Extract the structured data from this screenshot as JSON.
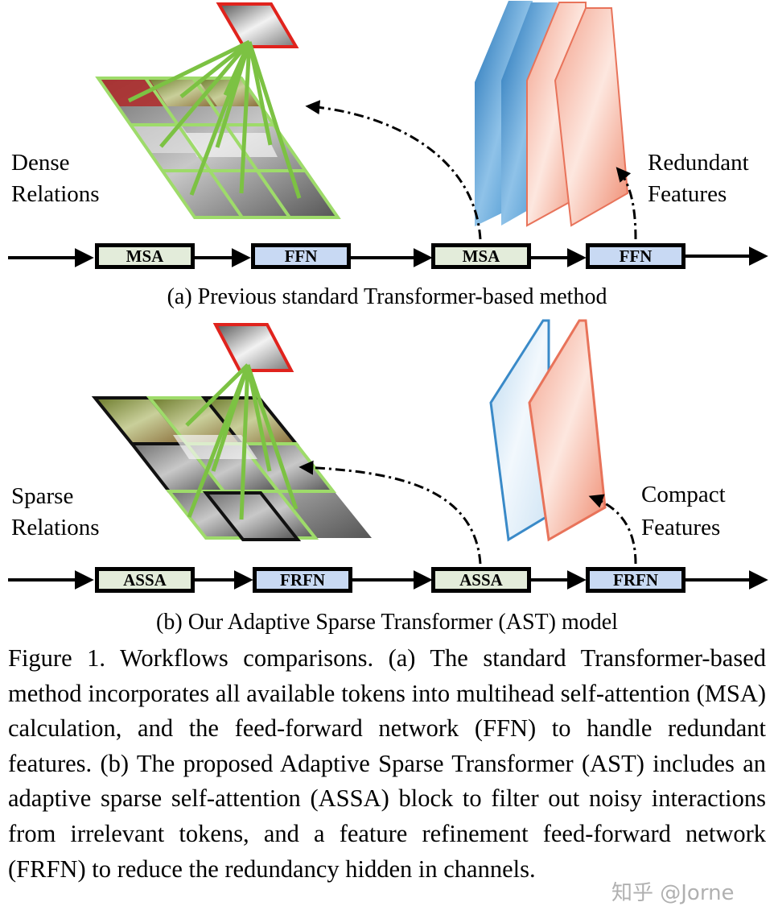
{
  "panel_a": {
    "left_label_1": "Dense",
    "left_label_2": "Relations",
    "right_label_1": "Redundant",
    "right_label_2": "Features",
    "blocks": [
      "MSA",
      "FFN",
      "MSA",
      "FFN"
    ],
    "subcaption": "(a) Previous standard Transformer-based method"
  },
  "panel_b": {
    "left_label_1": "Sparse",
    "left_label_2": "Relations",
    "right_label_1": "Compact",
    "right_label_2": "Features",
    "blocks": [
      "ASSA",
      "FRFN",
      "ASSA",
      "FRFN"
    ],
    "subcaption": "(b) Our Adaptive Sparse Transformer (AST) model"
  },
  "caption": {
    "label": "Figure 1.",
    "text": "Workflows comparisons. (a) The standard Transformer-based method incorporates all available tokens into multihead self-attention (MSA) calculation, and the feed-forward network (FFN) to handle redundant features. (b) The proposed Adaptive Sparse Transformer (AST) includes an adaptive sparse self-attention (ASSA) block to filter out noisy interactions from irrelevant tokens, and a feature refinement feed-forward network (FRFN) to reduce the redundancy hidden in channels."
  },
  "watermark": "知乎 @Jorne",
  "colors": {
    "msa_block": "#e3ecda",
    "ffn_block": "#c8d9f3",
    "relation_line": "#7cc243",
    "query_patch_border": "#e0231d",
    "feature_blue": "#2f7fbf",
    "feature_red": "#e8735a"
  }
}
